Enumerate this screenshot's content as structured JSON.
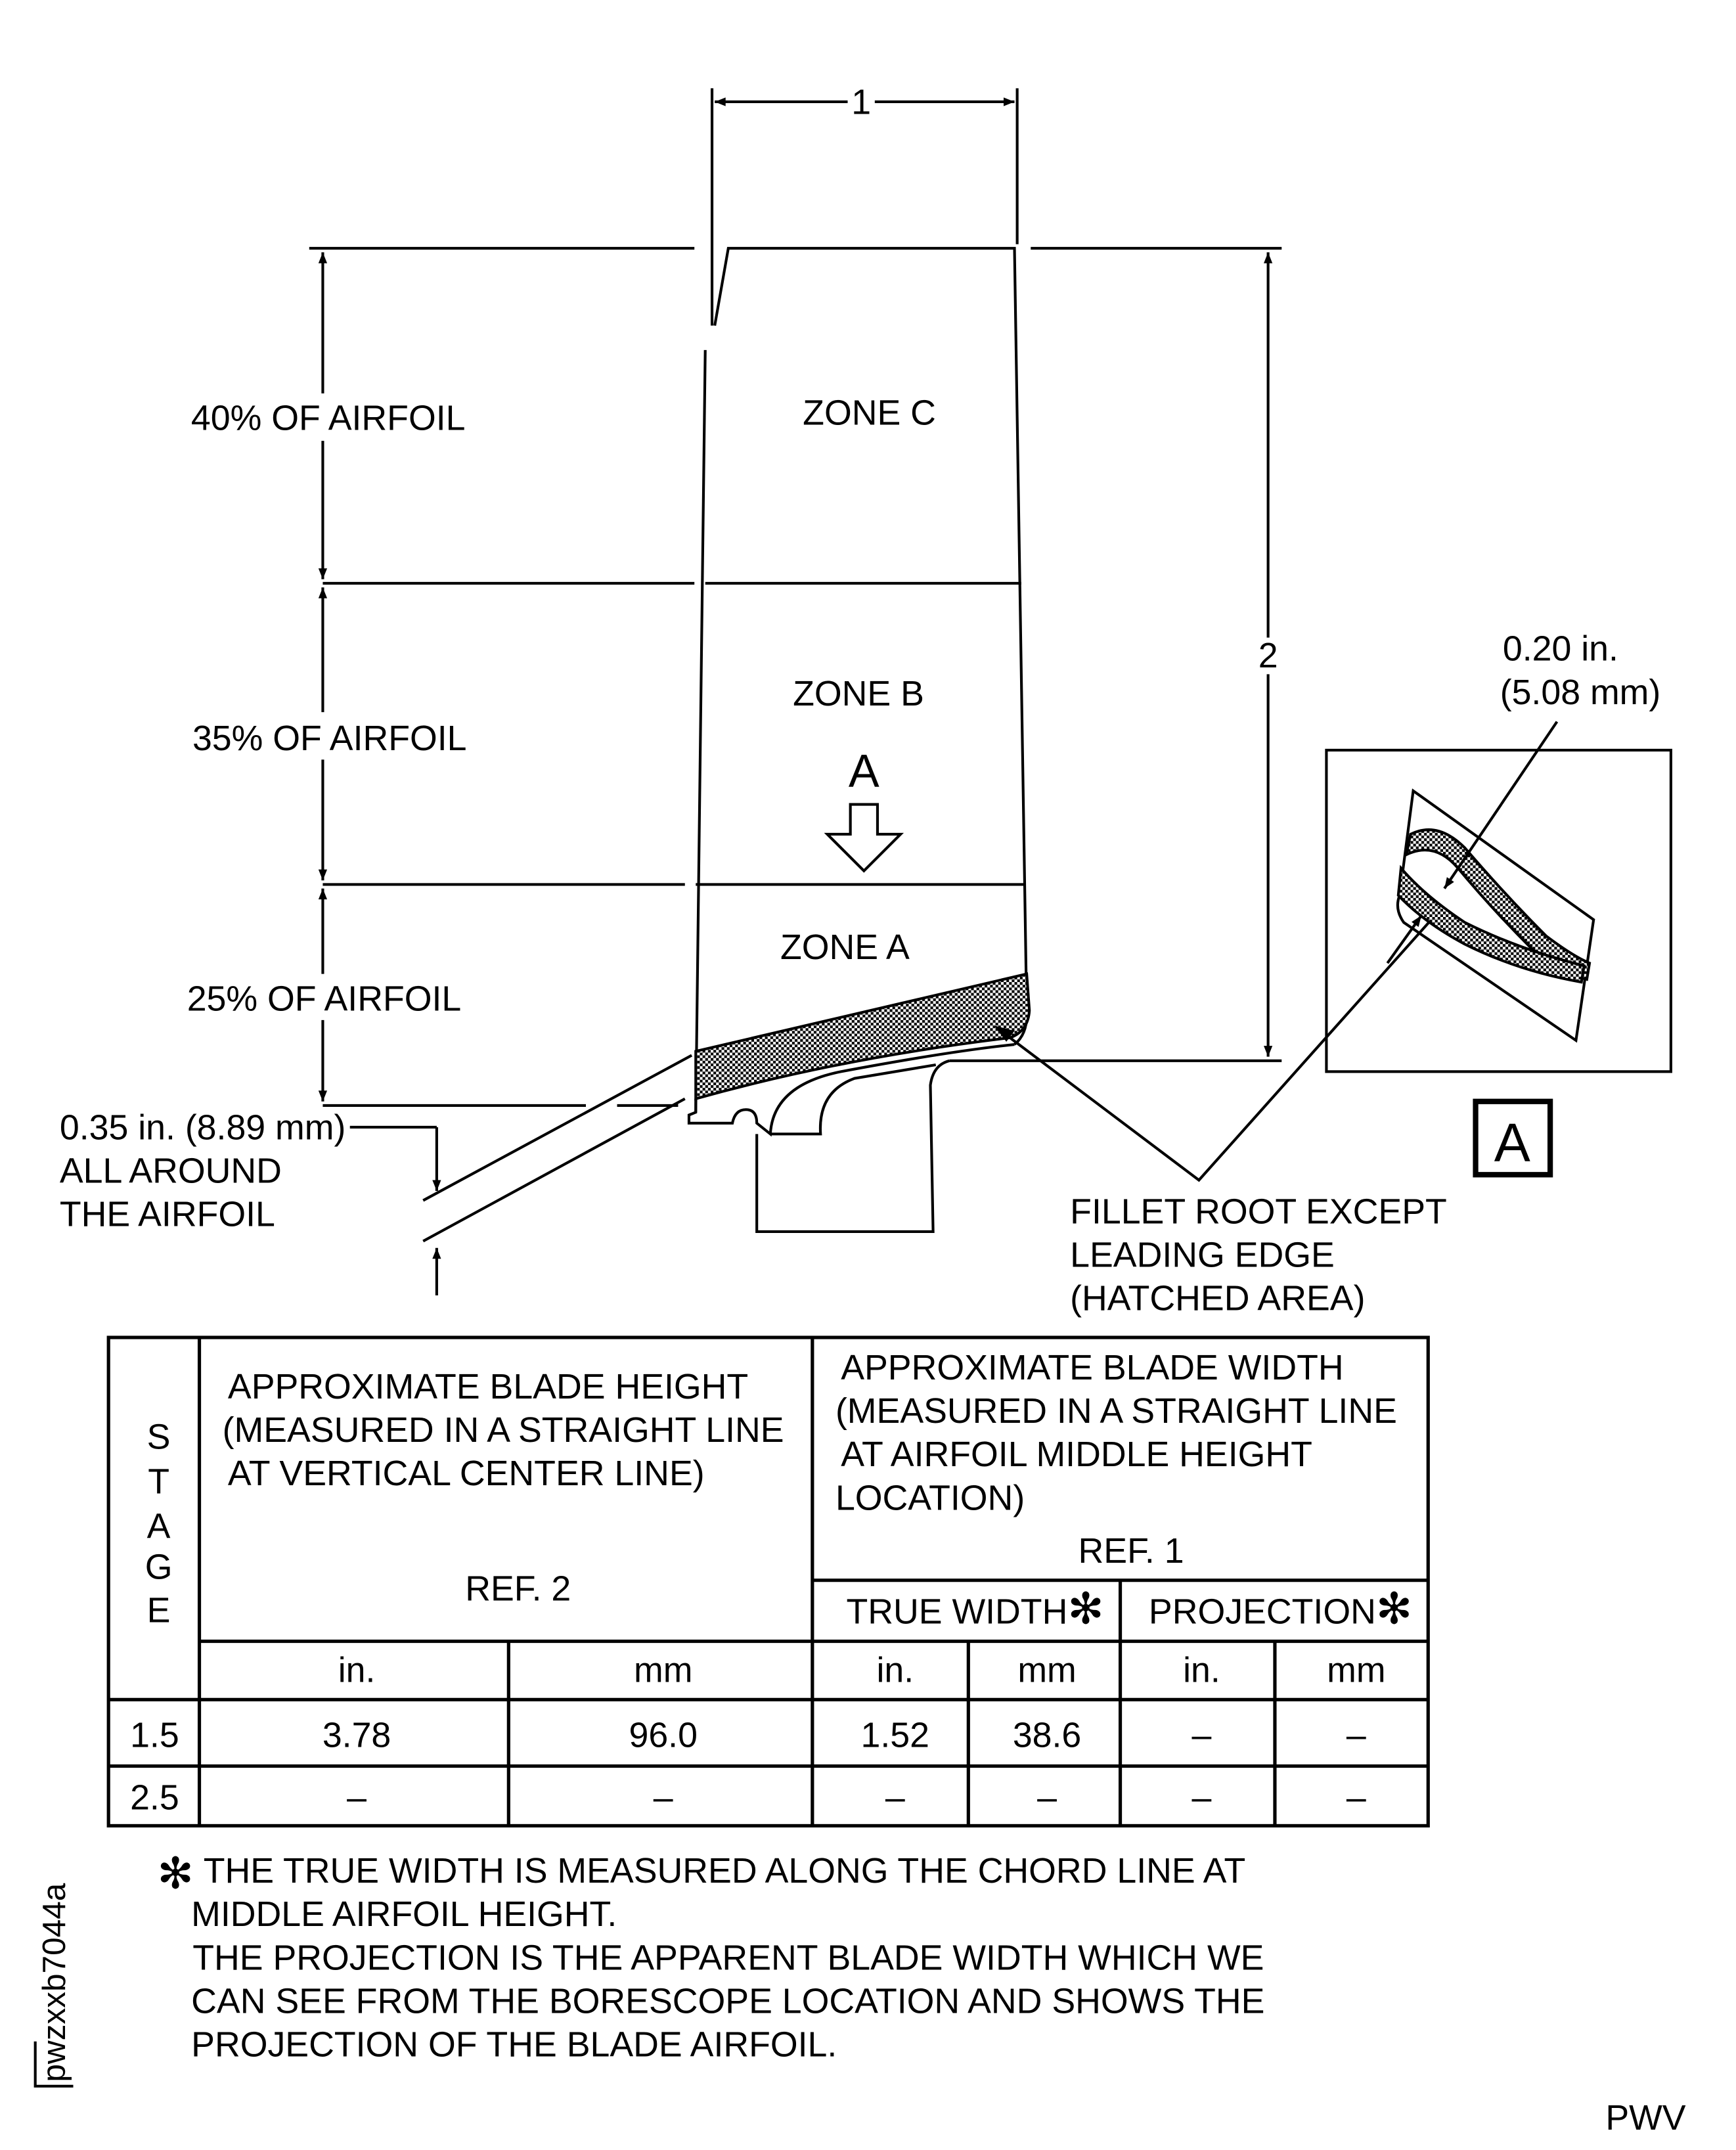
{
  "drawing": {
    "dim_width": "1",
    "dim_height": "2",
    "zone_c": "ZONE C",
    "zone_b": "ZONE B",
    "zone_a": "ZONE A",
    "view_arrow_label": "A",
    "pct_40": "40% OF AIRFOIL",
    "pct_35": "35% OF AIRFOIL",
    "pct_25": "25% OF AIRFOIL",
    "root_offset": [
      "0.35 in. (8.89 mm)",
      "ALL AROUND",
      "THE AIRFOIL"
    ],
    "fillet_note": [
      "FILLET ROOT EXCEPT",
      "LEADING EDGE",
      "(HATCHED AREA)"
    ],
    "detail_dim": [
      "0.20 in.",
      "(5.08 mm)"
    ],
    "detail_label": "A",
    "figure_id": "pwzxxb7044a",
    "footer": "PWV"
  },
  "table": {
    "stage_header": [
      "S",
      "T",
      "A",
      "G",
      "E"
    ],
    "height_header": [
      "APPROXIMATE BLADE HEIGHT",
      "(MEASURED IN A STRAIGHT LINE",
      "AT VERTICAL CENTER LINE)"
    ],
    "height_ref": "REF. 2",
    "width_header": [
      "APPROXIMATE BLADE WIDTH",
      "(MEASURED IN A STRAIGHT LINE",
      "AT AIRFOIL MIDDLE HEIGHT",
      "LOCATION)"
    ],
    "width_ref": "REF. 1",
    "true_width": "TRUE WIDTH",
    "projection": "PROJECTION",
    "asterisk": "✻",
    "units": [
      "in.",
      "mm",
      "in.",
      "mm",
      "in.",
      "mm"
    ],
    "rows": [
      {
        "stage": "1.5",
        "cells": [
          "3.78",
          "96.0",
          "1.52",
          "38.6",
          "–",
          "–"
        ]
      },
      {
        "stage": "2.5",
        "cells": [
          "–",
          "–",
          "–",
          "–",
          "–",
          "–"
        ]
      }
    ]
  },
  "notes": {
    "asterisk": "✻",
    "lines": [
      "THE TRUE WIDTH IS MEASURED ALONG THE CHORD LINE AT",
      "MIDDLE AIRFOIL HEIGHT.",
      "THE PROJECTION IS THE APPARENT BLADE WIDTH WHICH WE",
      "CAN SEE FROM THE BORESCOPE LOCATION AND SHOWS THE",
      "PROJECTION OF THE BLADE AIRFOIL."
    ]
  }
}
